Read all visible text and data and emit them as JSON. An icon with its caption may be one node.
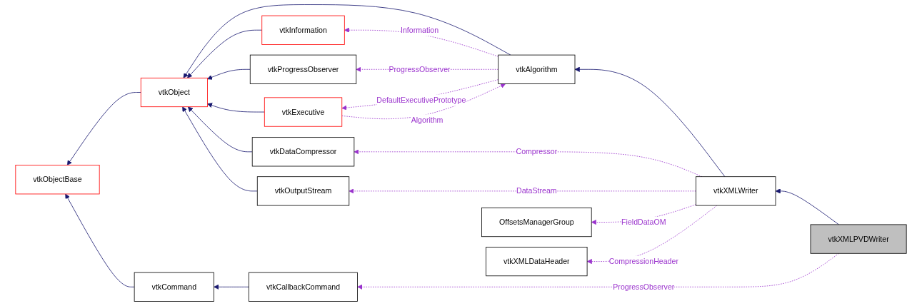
{
  "diagram": {
    "nodes": [
      {
        "text": [
          "vtkObjectBase"
        ]
      },
      {
        "text": [
          "vtkObject"
        ]
      },
      {
        "text": [
          "vtkCommand"
        ]
      },
      {
        "text": [
          "vtkInformation"
        ]
      },
      {
        "text": [
          "vtkProgressObserver"
        ]
      },
      {
        "text": [
          "vtkDataCompressor"
        ]
      },
      {
        "text": [
          "vtkOutputStream"
        ]
      },
      {
        "text": [
          "OffsetsManagerGroup"
        ]
      },
      {
        "text": [
          "vtkXMLDataHeader"
        ]
      },
      {
        "text": [
          "vtkCallbackCommand"
        ]
      },
      {
        "text": [
          "vtkAlgorithm"
        ]
      },
      {
        "text": [
          "vtkExecutive"
        ]
      },
      {
        "text": [
          "vtkXMLWriter"
        ]
      },
      {
        "text": [
          "vtkXMLPVDWriter"
        ]
      }
    ],
    "edges": [
      {
        "from": 1,
        "to": 0,
        "arrow": "to"
      },
      {
        "from": 2,
        "to": 0,
        "arrow": "to"
      },
      {
        "from": 3,
        "to": 1,
        "arrow": "to"
      },
      {
        "from": 4,
        "to": 1,
        "arrow": "to"
      },
      {
        "from": 5,
        "to": 1,
        "arrow": "to"
      },
      {
        "from": 6,
        "to": 1,
        "arrow": "to"
      },
      {
        "from": 10,
        "to": 1,
        "arrow": "to"
      },
      {
        "from": 11,
        "to": 1,
        "arrow": "to"
      },
      {
        "from": 9,
        "to": 2,
        "arrow": "to"
      },
      {
        "from": 12,
        "to": 10,
        "arrow": "to"
      },
      {
        "from": 13,
        "to": 12,
        "arrow": "to"
      },
      {
        "from": 10,
        "to": 3,
        "arrow": "to",
        "label": "Information",
        "style": "dashed",
        "color": "#9a32cd"
      },
      {
        "from": 10,
        "to": 4,
        "arrow": "to",
        "label": "ProgressObserver",
        "style": "dashed",
        "color": "#9a32cd"
      },
      {
        "from": 11,
        "to": 10,
        "arrow": "to",
        "label": "Algorithm",
        "style": "dashed",
        "color": "#9a32cd"
      },
      {
        "from": 10,
        "to": 11,
        "arrow": "to",
        "label": "DefaultExecutivePrototype",
        "style": "dashed",
        "color": "#9a32cd"
      },
      {
        "from": 12,
        "to": 5,
        "arrow": "to",
        "label": "Compressor",
        "style": "dashed",
        "color": "#9a32cd"
      },
      {
        "from": 12,
        "to": 6,
        "arrow": "to",
        "label": "DataStream",
        "style": "dashed",
        "color": "#9a32cd"
      },
      {
        "from": 12,
        "to": 7,
        "arrow": "to",
        "label": "FieldDataOM",
        "style": "dashed",
        "color": "#9a32cd"
      },
      {
        "from": 12,
        "to": 8,
        "arrow": "to",
        "label": "CompressionHeader",
        "style": "dashed",
        "color": "#9a32cd"
      },
      {
        "from": 13,
        "to": 9,
        "arrow": "to",
        "label": "ProgressObserver",
        "style": "dashed",
        "color": "#9a32cd"
      }
    ]
  }
}
